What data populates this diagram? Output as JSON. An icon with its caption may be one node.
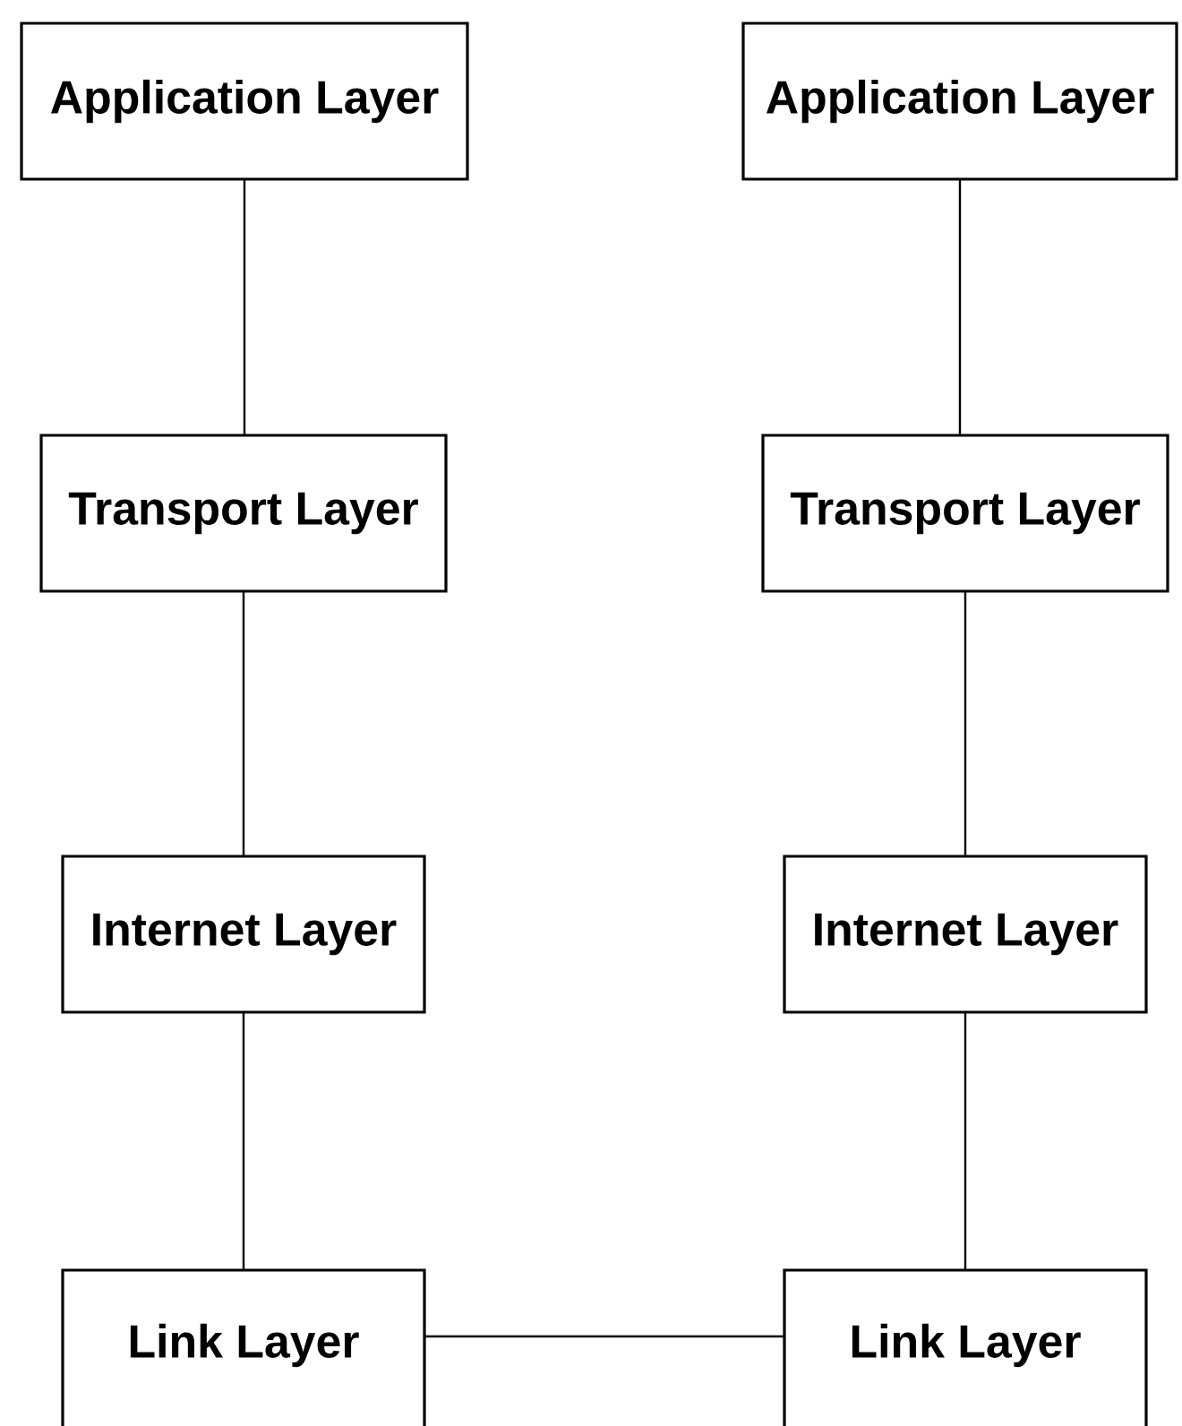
{
  "diagram": {
    "nodes": [
      {
        "text": [
          "Application Layer"
        ]
      },
      {
        "text": [
          "Application Layer"
        ]
      },
      {
        "text": [
          "Transport Layer"
        ]
      },
      {
        "text": [
          "Transport Layer"
        ]
      },
      {
        "text": [
          "Internet Layer"
        ]
      },
      {
        "text": [
          "Internet Layer"
        ]
      },
      {
        "text": [
          "Link Layer"
        ]
      },
      {
        "text": [
          "Link Layer"
        ]
      }
    ],
    "edges": [
      {
        "from": 0,
        "to": 2,
        "arrow": "none"
      },
      {
        "from": 2,
        "to": 4,
        "arrow": "none"
      },
      {
        "from": 4,
        "to": 6,
        "arrow": "none"
      },
      {
        "from": 1,
        "to": 3,
        "arrow": "none"
      },
      {
        "from": 3,
        "to": 5,
        "arrow": "none"
      },
      {
        "from": 5,
        "to": 7,
        "arrow": "none"
      },
      {
        "from": 6,
        "to": 7,
        "arrow": "none"
      }
    ]
  }
}
